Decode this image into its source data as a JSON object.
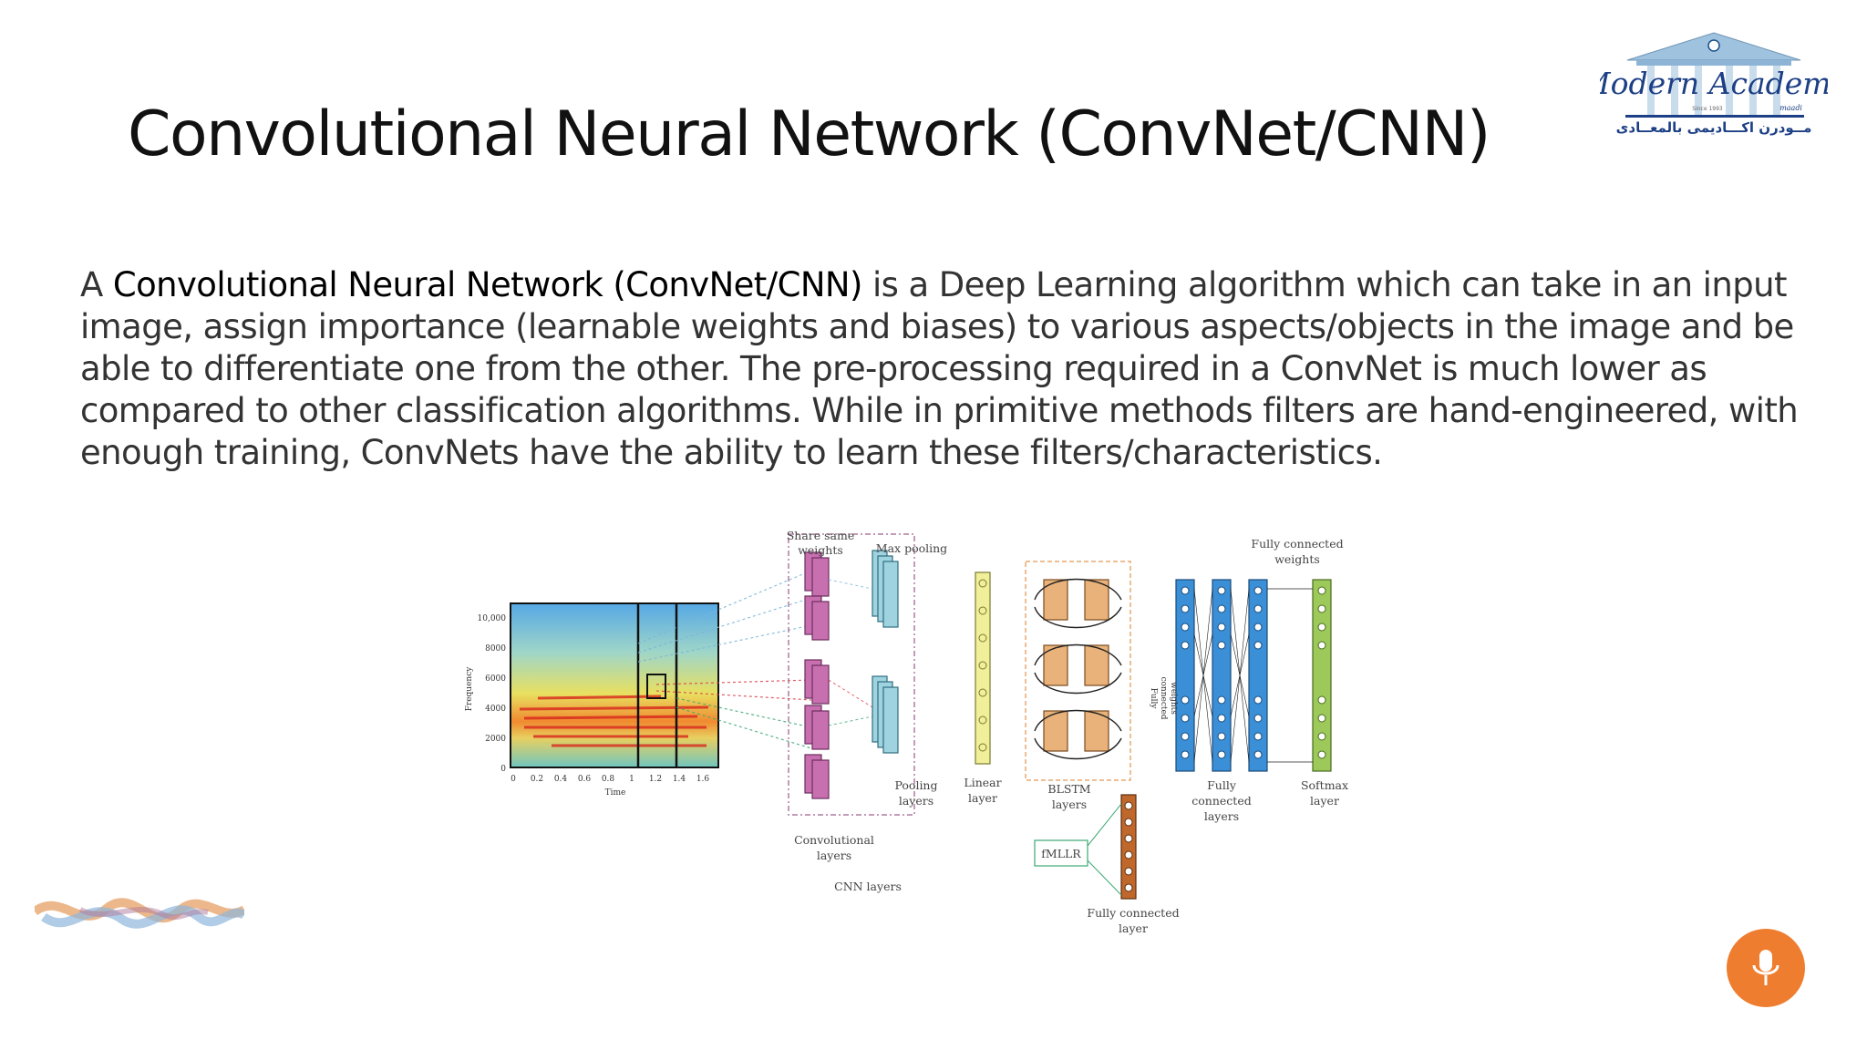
{
  "slide": {
    "title": "Convolutional Neural Network (ConvNet/CNN)",
    "intro_prefix": "A ",
    "intro_bold": "Convolutional Neural Network (ConvNet/CNN)",
    "intro_rest": " is a Deep Learning algorithm which can take in an input image, assign importance (learnable weights and biases) to various aspects/objects in the image and be able to differentiate one from the other. The pre-processing required in a ConvNet is much lower as compared to other classification algorithms. While in primitive methods filters are hand-engineered, with enough training, ConvNets have the ability to learn these filters/characteristics."
  },
  "logo": {
    "brand": "Modern Academy",
    "since": "Since 1993",
    "maadi": "maadi",
    "arabic": "مــودرن اكـــاديمى بالمعــادى"
  },
  "diagram": {
    "labels": {
      "share_same_1": "Share same",
      "share_same_2": "weights",
      "max_pooling": "Max pooling",
      "fc_weights_1": "Fully connected",
      "fc_weights_2": "weights",
      "ylabel": "Frequency",
      "xlabel": "Time",
      "pooling_1": "Pooling",
      "pooling_2": "layers",
      "linear_1": "Linear",
      "linear_2": "layer",
      "blstm_1": "BLSTM",
      "blstm_2": "layers",
      "fc_layers_1": "Fully",
      "fc_layers_2": "connected",
      "fc_layers_3": "layers",
      "softmax_1": "Softmax",
      "softmax_2": "layer",
      "conv_1": "Convolutional",
      "conv_2": "layers",
      "cnn_layers": "CNN layers",
      "fmllr": "fMLLR",
      "fc_layer_1": "Fully connected",
      "fc_layer_2": "layer",
      "vertical_fc_1": "Fully",
      "vertical_fc_2": "connected",
      "vertical_fc_3": "weights"
    },
    "y_ticks": [
      "10,000",
      "8000",
      "6000",
      "4000",
      "2000",
      "0"
    ],
    "x_ticks": [
      "0",
      "0.2",
      "0.4",
      "0.6",
      "0.8",
      "1",
      "1.2",
      "1.4",
      "1.6"
    ]
  },
  "controls": {
    "mic_icon": "microphone-icon",
    "mic_color": "#ef7d2f"
  },
  "colors": {
    "conv": "#c86fb0",
    "pool": "#9fd3e0",
    "linear": "#f1ef9a",
    "blstm": "#e8b27a",
    "fc": "#3a8fd6",
    "softmax": "#9cc95a",
    "fc_single": "#c0682b"
  }
}
